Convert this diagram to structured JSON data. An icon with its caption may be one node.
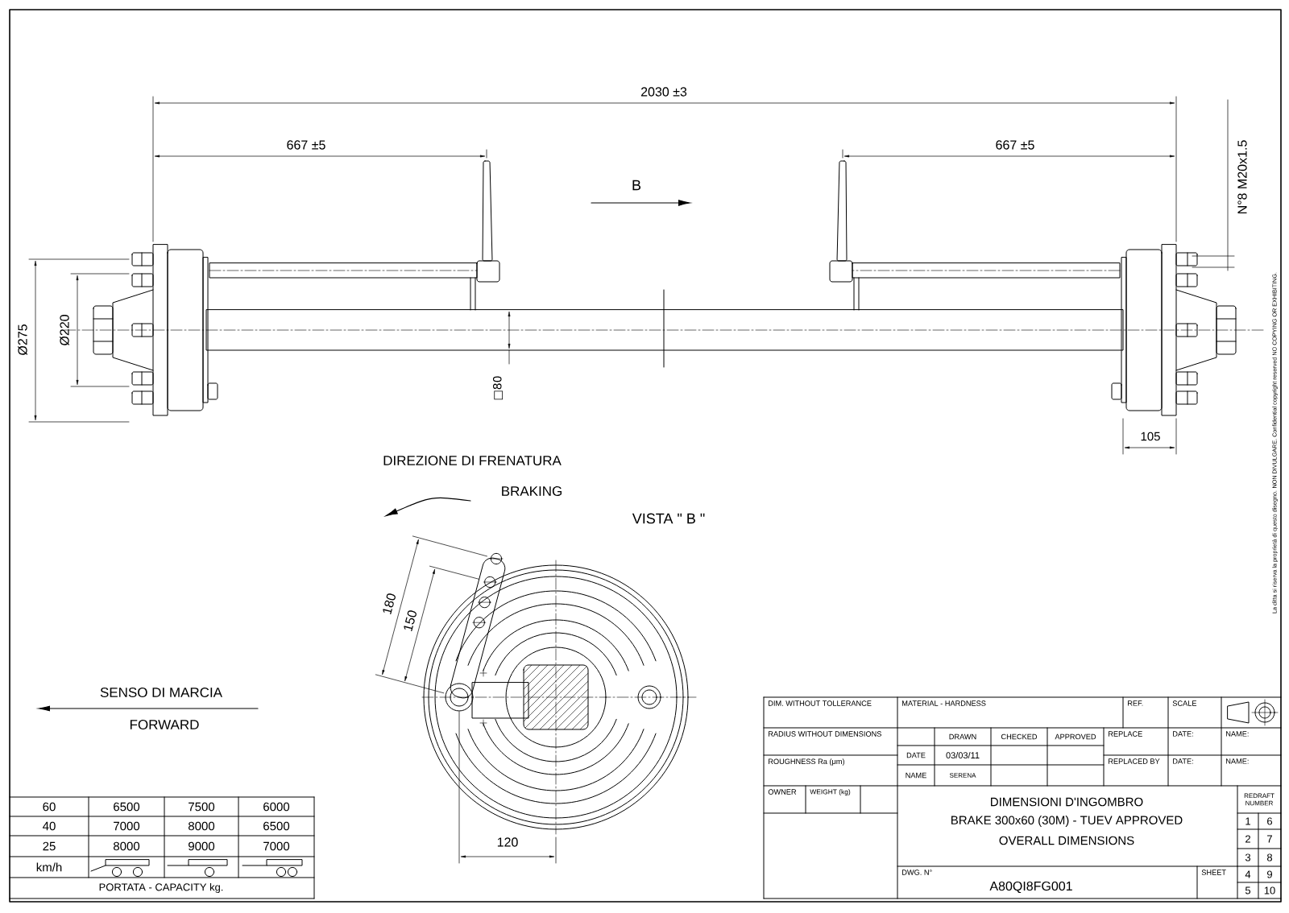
{
  "diagram": {
    "labels": [
      "2030 ±3",
      "667 ±5",
      "667 ±5",
      "B",
      "N°8 M20x1.5",
      "Ø275",
      "Ø220",
      "□80",
      "105",
      "DIREZIONE DI FRENATURA",
      "BRAKING",
      "VISTA \" B \"",
      "180",
      "150",
      "SENSO DI MARCIA",
      "FORWARD",
      "120",
      "DIM. WITHOUT TOLLERANCE",
      "MATERIAL - HARDNESS",
      "REF.",
      "SCALE",
      "RADIUS WITHOUT DIMENSIONS",
      "DRAWN",
      "CHECKED",
      "APPROVED",
      "REPLACE",
      "DATE:",
      "NAME:",
      "ROUGHNESS Ra (μm)",
      "DATE",
      "03/03/11",
      "REPLACED BY",
      "DATE:",
      "NAME:",
      "NAME",
      "SERENA",
      "OWNER",
      "WEIGHT (kg)",
      "DIMENSIONI D'INGOMBRO",
      "BRAKE 300x60 (30M) - TUEV APPROVED",
      "OVERALL DIMENSIONS",
      "REDRAFT NUMBER",
      "1",
      "6",
      "2",
      "7",
      "3",
      "8",
      "4",
      "9",
      "5",
      "10",
      "DWG. N°",
      "SHEET",
      "A80QI8FG001",
      "60",
      "6500",
      "7500",
      "6000",
      "40",
      "7000",
      "8000",
      "6500",
      "25",
      "8000",
      "9000",
      "7000",
      "km/h",
      "PORTATA - CAPACITY kg.",
      "La ditta si riserva la proprietà di questo disegno. NON DIVULGARE. Confidential copyright reserved NO COPYING OR EXHIBITING."
    ]
  }
}
